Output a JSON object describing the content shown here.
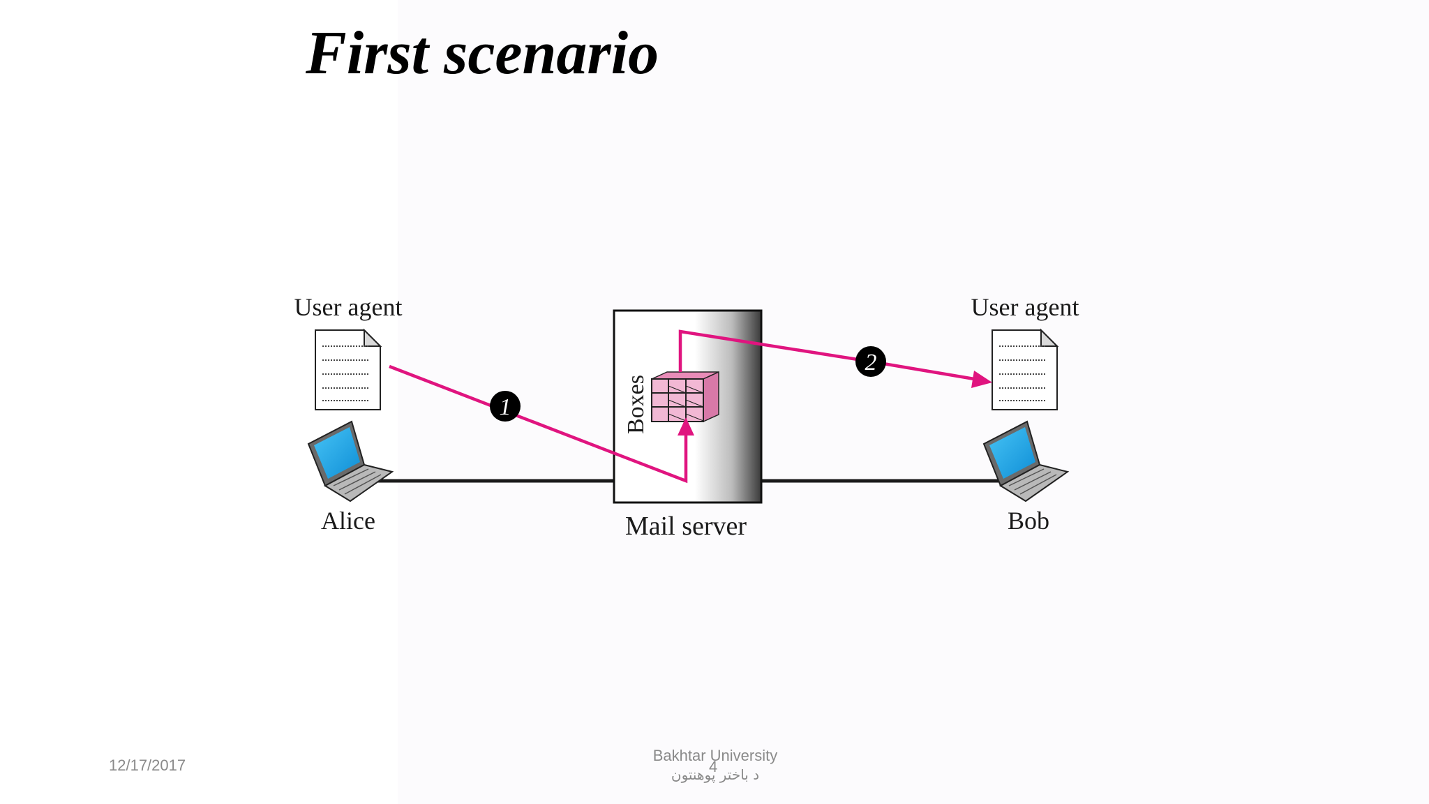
{
  "slide": {
    "title": "First scenario"
  },
  "diagram": {
    "left_node": {
      "role_label": "User agent",
      "person": "Alice"
    },
    "server": {
      "label": "Mail server",
      "boxes_label": "Boxes"
    },
    "right_node": {
      "role_label": "User agent",
      "person": "Bob"
    },
    "steps": [
      "1",
      "2"
    ],
    "colors": {
      "arrow": "#e0147f",
      "mailbox_fill": "#f2b8d4",
      "screen": "#19a6e6",
      "step_badge": "#000000"
    },
    "icons": {
      "document": "document-icon",
      "laptop": "laptop-icon",
      "mailbox": "mailbox-grid-icon"
    }
  },
  "footer": {
    "date": "12/17/2017",
    "org_line1": "Bakhtar University",
    "org_line2": "د باختر پوهنتون",
    "page_number": "4"
  }
}
